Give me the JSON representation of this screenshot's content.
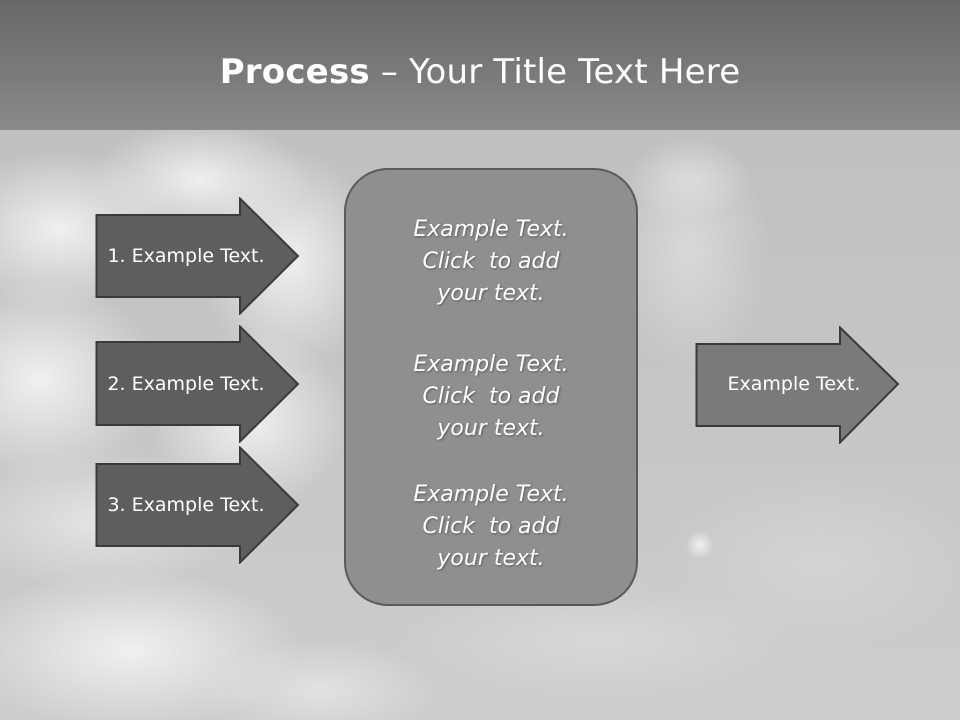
{
  "title": {
    "bold": "Process",
    "rest": " – Your Title Text Here"
  },
  "left_arrows": [
    {
      "label": "1. Example Text."
    },
    {
      "label": "2. Example Text."
    },
    {
      "label": "3. Example Text."
    }
  ],
  "center_items": [
    {
      "line1": "Example Text.",
      "line2": "Click  to add",
      "line3": "your text."
    },
    {
      "line1": "Example Text.",
      "line2": "Click  to add",
      "line3": "your text."
    },
    {
      "line1": "Example Text.",
      "line2": "Click  to add",
      "line3": "your text."
    }
  ],
  "right_arrow": {
    "label": "Example Text."
  },
  "colors": {
    "arrow_dark": "#5e5e5e",
    "arrow_right": "#7a7a7a",
    "center_box": "#8f8f8f",
    "outline": "#3a3a3a"
  }
}
